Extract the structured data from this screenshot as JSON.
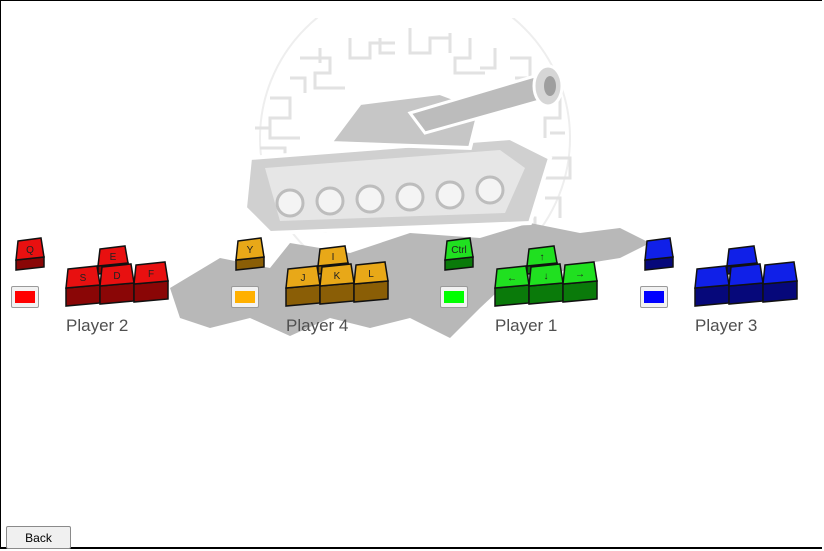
{
  "players": [
    {
      "label": "Player 2",
      "action_key": "Q",
      "move_keys": {
        "up": "E",
        "left": "S",
        "down": "D",
        "right": "F"
      },
      "color": "#e81010",
      "dark": "#8a0606",
      "swatch_color": "#ff0000"
    },
    {
      "label": "Player 4",
      "action_key": "Y",
      "move_keys": {
        "up": "I",
        "left": "J",
        "down": "K",
        "right": "L"
      },
      "color": "#e8a818",
      "dark": "#8a5e06",
      "swatch_color": "#ffb000"
    },
    {
      "label": "Player 1",
      "action_key": "Ctrl",
      "move_keys": {
        "up": "↑",
        "left": "←",
        "down": "↓",
        "right": "→"
      },
      "color": "#20e020",
      "dark": "#0a7a0a",
      "swatch_color": "#00ff00"
    },
    {
      "label": "Player 3",
      "action_key": "",
      "move_keys": {
        "up": "",
        "left": "",
        "down": "",
        "right": ""
      },
      "color": "#1020e8",
      "dark": "#06087a",
      "swatch_color": "#0000ff"
    }
  ],
  "back_label": "Back"
}
